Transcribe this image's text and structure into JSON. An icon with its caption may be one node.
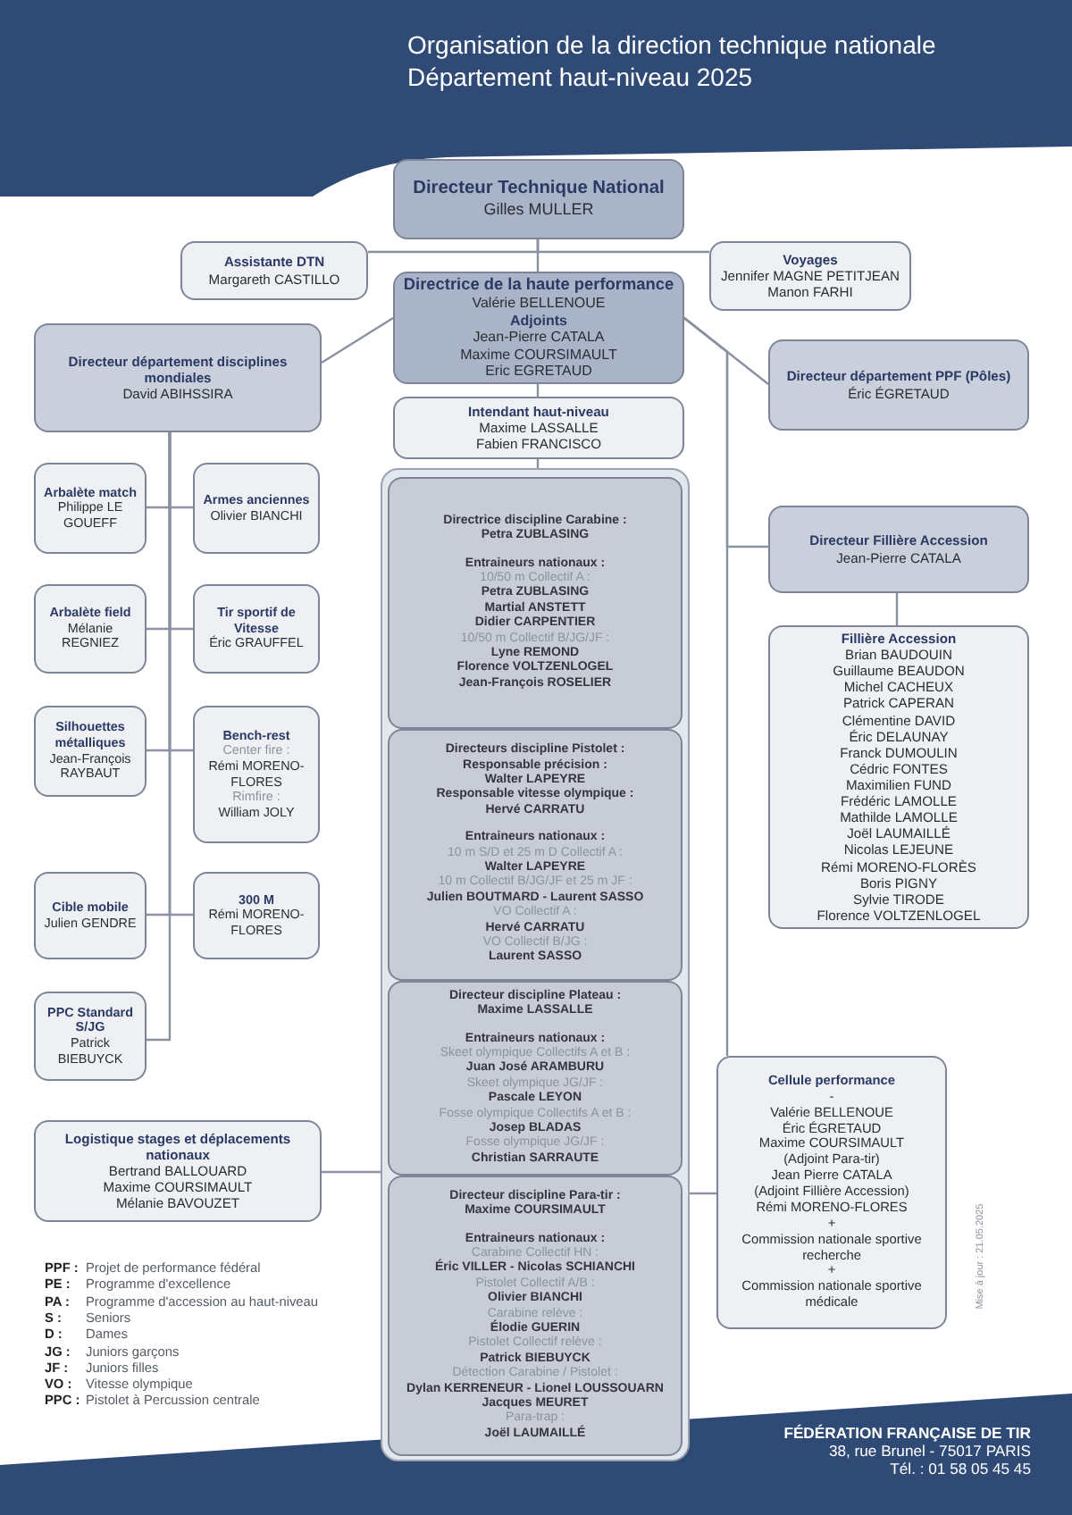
{
  "diagram": {
    "title": "Organisation de la direction technique nationale Département haut-niveau 2025",
    "nodes": [
      {
        "text": [
          "Directeur Technique National",
          "Gilles MULLER"
        ]
      },
      {
        "text": [
          "Assistante DTN",
          "Margareth CASTILLO"
        ]
      },
      {
        "text": [
          "Voyages",
          "Jennifer MAGNE PETITJEAN",
          "Manon FARHI"
        ]
      },
      {
        "text": [
          "Directrice de la haute performance",
          "Valérie BELLENOUE",
          "Adjoints",
          "Jean-Pierre CATALA",
          "Maxime COURSIMAULT",
          "Eric EGRETAUD"
        ]
      },
      {
        "text": [
          "Directeur département disciplines mondiales",
          "David ABIHSSIRA"
        ]
      },
      {
        "text": [
          "Intendant haut-niveau",
          "Maxime LASSALLE",
          "Fabien FRANCISCO"
        ]
      },
      {
        "text": [
          "Directeur département PPF (Pôles)",
          "Éric ÉGRETAUD"
        ]
      },
      {
        "text": [],
        "shape": "box"
      },
      {
        "text": [
          "Directrice discipline Carabine :",
          "Petra ZUBLASING",
          "Entraineurs nationaux :",
          "10/50 m Collectif A :",
          "Petra ZUBLASING",
          "Martial ANSTETT",
          "Didier CARPENTIER",
          "10/50 m Collectif B/JG/JF :",
          "Lyne REMOND",
          "Florence VOLTZENLOGEL",
          "Jean-François ROSELIER"
        ],
        "in": 7
      },
      {
        "text": [
          "Directeurs discipline Pistolet :",
          "Responsable précision :",
          "Walter LAPEYRE",
          "Responsable vitesse olympique :",
          "Hervé CARRATU",
          "Entraineurs nationaux :",
          "10 m S/D et 25 m D Collectif A :",
          "Walter LAPEYRE",
          "10 m Collectif B/JG/JF et 25 m JF :",
          "Julien BOUTMARD - Laurent SASSO",
          "VO Collectif A :",
          "Hervé CARRATU",
          "VO Collectif B/JG :",
          "Laurent SASSO"
        ],
        "in": 7
      },
      {
        "text": [
          "Directeur discipline Plateau :",
          "Maxime LASSALLE",
          "Entraineurs nationaux :",
          "Skeet olympique Collectifs A et B :",
          "Juan José ARAMBURU",
          "Skeet olympique JG/JF :",
          "Pascale LEYON",
          "Fosse olympique Collectifs A et B :",
          "Josep BLADAS",
          "Fosse olympique JG/JF :",
          "Christian SARRAUTE"
        ],
        "in": 7
      },
      {
        "text": [
          "Directeur discipline Para-tir :",
          "Maxime COURSIMAULT",
          "Entraineurs nationaux :",
          "Carabine Collectif HN :",
          "Éric VILLER - Nicolas SCHIANCHI",
          "Pistolet Collectif A/B :",
          "Olivier BIANCHI",
          "Carabine relève :",
          "Élodie GUERIN",
          "Pistolet Collectif relève :",
          "Patrick BIEBUYCK",
          "Détection Carabine / Pistolet :",
          "Dylan KERRENEUR - Lionel LOUSSOUARN",
          "Jacques MEURET",
          "Para-trap :",
          "Joël LAUMAILLÉ"
        ],
        "in": 7
      },
      {
        "text": [
          "Arbalète match",
          "Philippe LE GOUEFF"
        ]
      },
      {
        "text": [
          "Armes anciennes",
          "Olivier BIANCHI"
        ]
      },
      {
        "text": [
          "Arbalète field",
          "Mélanie REGNIEZ"
        ]
      },
      {
        "text": [
          "Tir sportif de Vitesse",
          "Éric GRAUFFEL"
        ]
      },
      {
        "text": [
          "Silhouettes métalliques",
          "Jean-François RAYBAUT"
        ]
      },
      {
        "text": [
          "Bench-rest",
          "Center fire :",
          "Rémi MORENO-FLORES",
          "Rimfire :",
          "William JOLY"
        ]
      },
      {
        "text": [
          "Cible mobile",
          "Julien GENDRE"
        ]
      },
      {
        "text": [
          "300 M",
          "Rémi MORENO-FLORES"
        ]
      },
      {
        "text": [
          "PPC Standard S/JG",
          "Patrick BIEBUYCK"
        ]
      },
      {
        "text": [
          "Logistique stages et déplacements nationaux",
          "Bertrand BALLOUARD",
          "Maxime COURSIMAULT",
          "Mélanie BAVOUZET"
        ]
      },
      {
        "text": [
          "Directeur Fillière Accession",
          "Jean-Pierre CATALA"
        ]
      },
      {
        "text": [
          "Fillière Accession",
          "Brian BAUDOUIN",
          "Guillaume BEAUDON",
          "Michel CACHEUX",
          "Patrick CAPERAN",
          "Clémentine DAVID",
          "Éric DELAUNAY",
          "Franck DUMOULIN",
          "Cédric FONTES",
          "Maximilien FUND",
          "Frédéric LAMOLLE",
          "Mathilde LAMOLLE",
          "Joël LAUMAILLÉ",
          "Nicolas LEJEUNE",
          "Rémi MORENO-FLORÈS",
          "Boris PIGNY",
          "Sylvie TIRODE",
          "Florence VOLTZENLOGEL"
        ]
      },
      {
        "text": [
          "Cellule performance",
          "-",
          "Valérie BELLENOUE",
          "Éric ÉGRETAUD",
          "Maxime COURSIMAULT",
          "(Adjoint Para-tir)",
          "Jean Pierre CATALA",
          "(Adjoint Fillière Accession)",
          "Rémi MORENO-FLORES",
          "+",
          "Commission nationale sportive recherche",
          "+",
          "Commission nationale sportive médicale"
        ]
      }
    ],
    "edges": [
      {
        "from": 0,
        "to": 1,
        "arrow": "none"
      },
      {
        "from": 0,
        "to": 2,
        "arrow": "none"
      },
      {
        "from": 0,
        "to": 3,
        "arrow": "none"
      },
      {
        "from": 3,
        "to": 4,
        "arrow": "none"
      },
      {
        "from": 3,
        "to": 6,
        "arrow": "none"
      },
      {
        "from": 3,
        "to": 22,
        "arrow": "none"
      },
      {
        "from": 3,
        "to": 24,
        "arrow": "none"
      },
      {
        "from": 3,
        "to": 5,
        "arrow": "none"
      },
      {
        "from": 5,
        "to": 7,
        "arrow": "none"
      },
      {
        "from": 4,
        "to": 12,
        "arrow": "none"
      },
      {
        "from": 4,
        "to": 13,
        "arrow": "none"
      },
      {
        "from": 4,
        "to": 14,
        "arrow": "none"
      },
      {
        "from": 4,
        "to": 15,
        "arrow": "none"
      },
      {
        "from": 4,
        "to": 16,
        "arrow": "none"
      },
      {
        "from": 4,
        "to": 17,
        "arrow": "none"
      },
      {
        "from": 4,
        "to": 18,
        "arrow": "none"
      },
      {
        "from": 4,
        "to": 19,
        "arrow": "none"
      },
      {
        "from": 4,
        "to": 20,
        "arrow": "none"
      },
      {
        "from": 21,
        "to": 7,
        "arrow": "none"
      },
      {
        "from": 7,
        "to": 24,
        "arrow": "none"
      },
      {
        "from": 22,
        "to": 23,
        "arrow": "none"
      }
    ],
    "labels": [
      "PPF :",
      "Projet de performance fédéral",
      "PE :",
      "Programme d'excellence",
      "PA :",
      "Programme d'accession au haut-niveau",
      "S :",
      "Seniors",
      "D :",
      "Dames",
      "JG :",
      "Juniors garçons",
      "JF :",
      "Juniors filles",
      "VO :",
      "Vitesse olympique",
      "PPC :",
      "Pistolet à Percussion centrale",
      "Mise à jour : 21.05.2025",
      "FÉDÉRATION FRANÇAISE DE TIR",
      "38, rue Brunel - 75017 PARIS",
      "Tél. : 01 58 05 45 45"
    ]
  }
}
